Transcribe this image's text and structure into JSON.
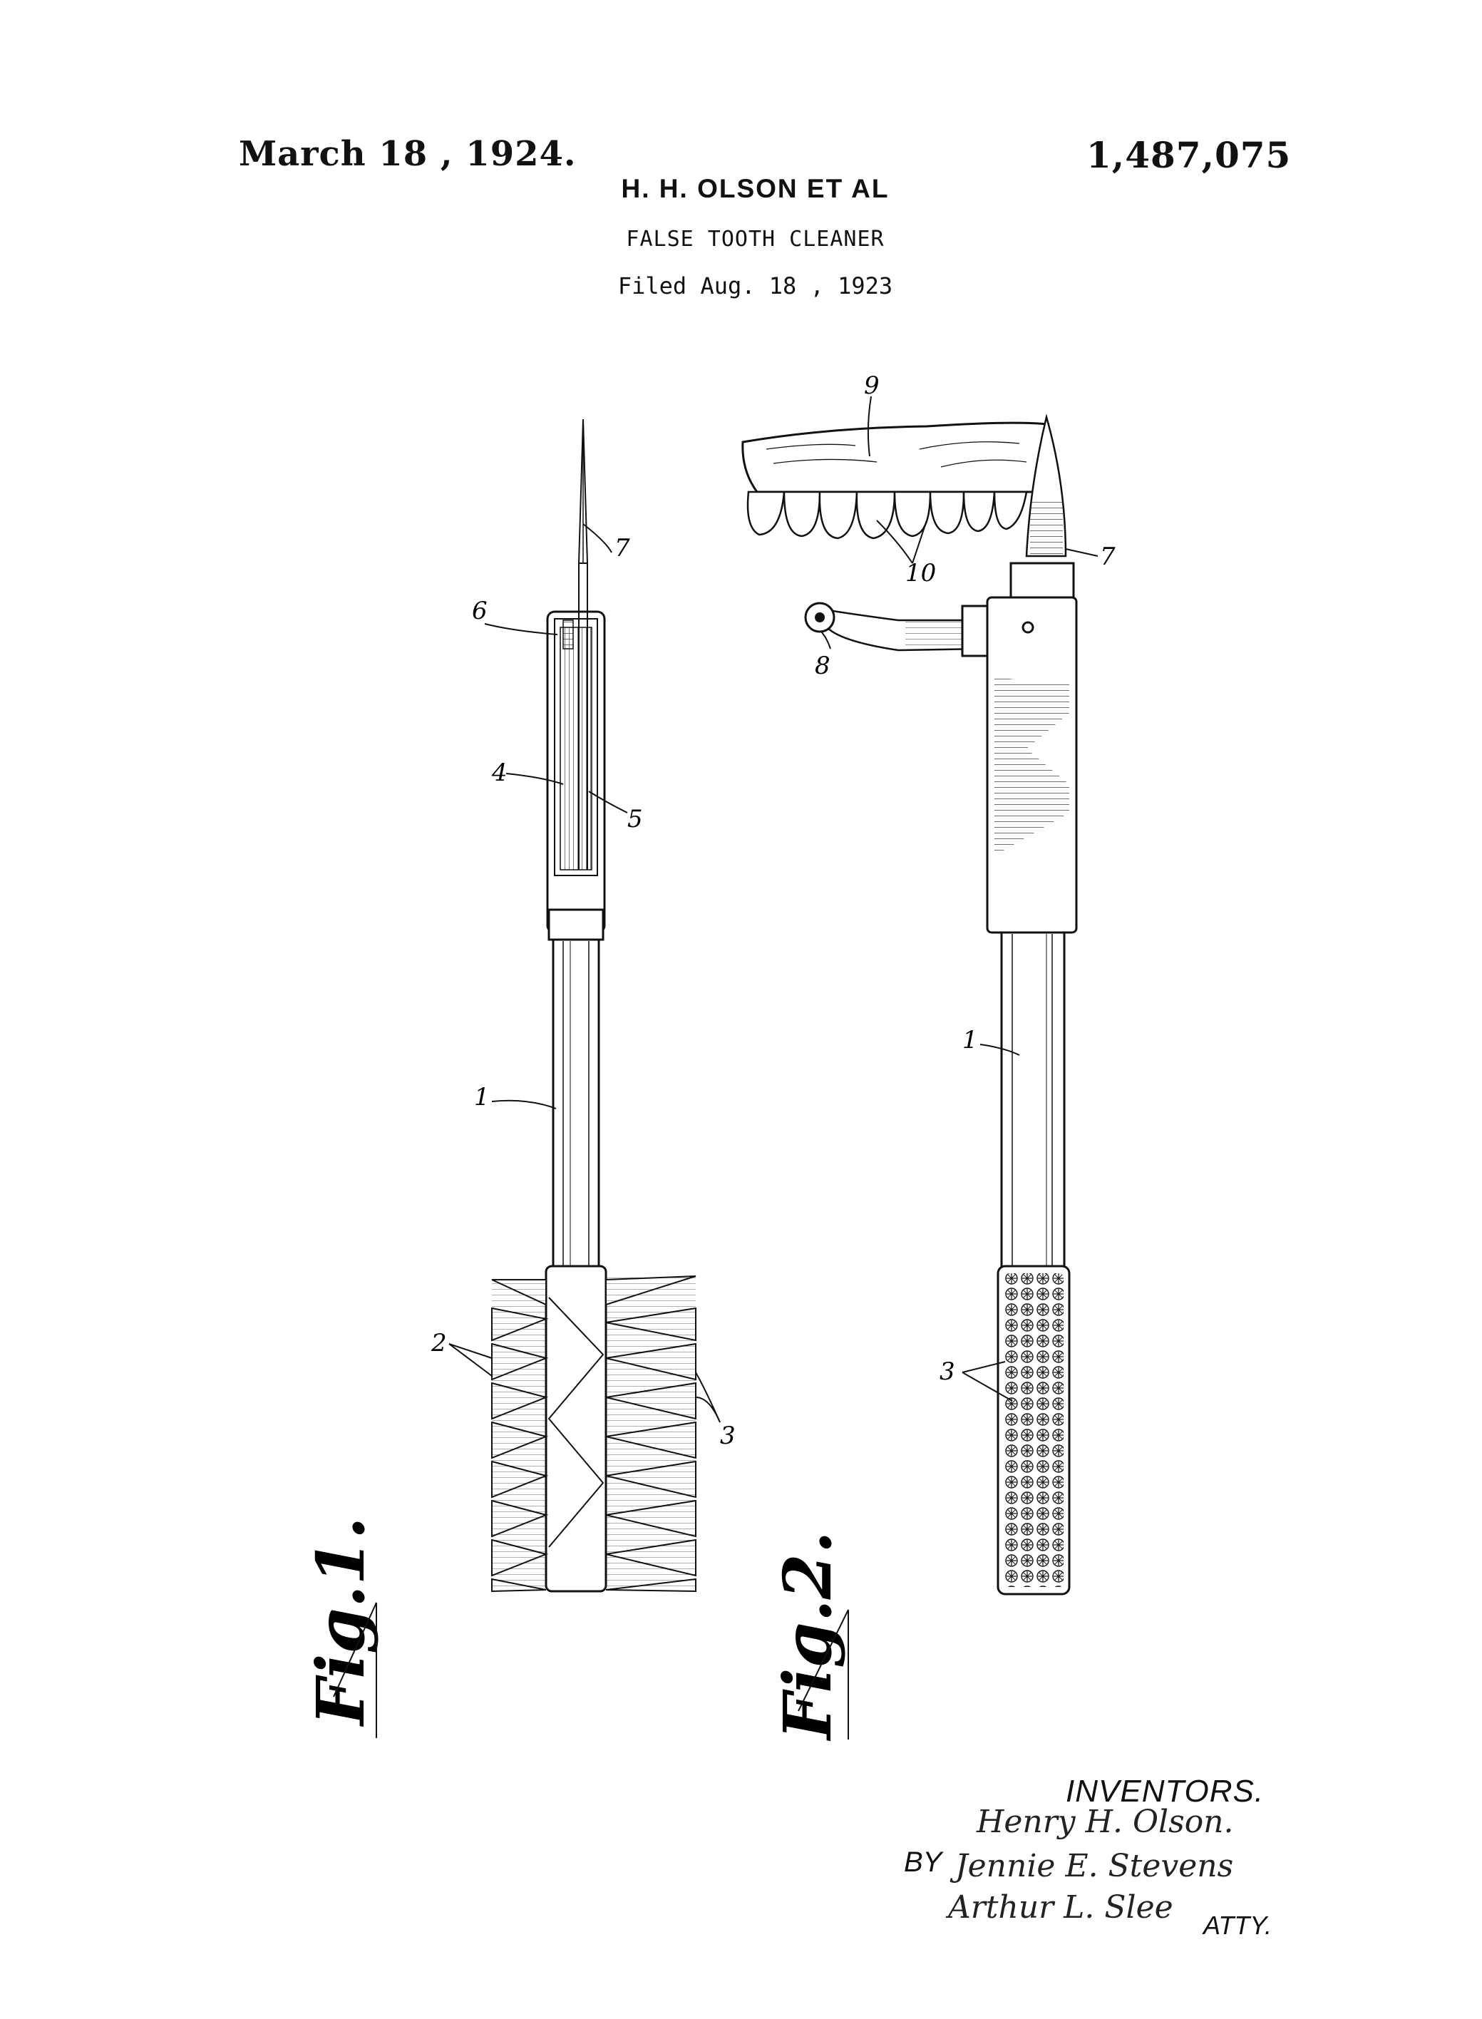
{
  "header": {
    "date": "March 18 , 1924.",
    "patent_number": "1,487,075",
    "inventor_line": "H. H. OLSON ET AL",
    "title": "FALSE TOOTH CLEANER",
    "filed": "Filed Aug. 18 , 1923"
  },
  "figures": {
    "fig1_label": "Fig.1.",
    "fig2_label": "Fig.2."
  },
  "reference_numerals": {
    "fig1": [
      "6",
      "7",
      "4",
      "5",
      "1",
      "2",
      "3"
    ],
    "fig2": [
      "9",
      "10",
      "7",
      "8",
      "1",
      "3"
    ]
  },
  "signature_block": {
    "heading": "INVENTORS.",
    "inventor_1": "Henry H. Olson.",
    "inventor_2": "Jennie E. Stevens",
    "attorney": "Arthur L. Slee",
    "by": "BY",
    "atty": "ATTY."
  }
}
